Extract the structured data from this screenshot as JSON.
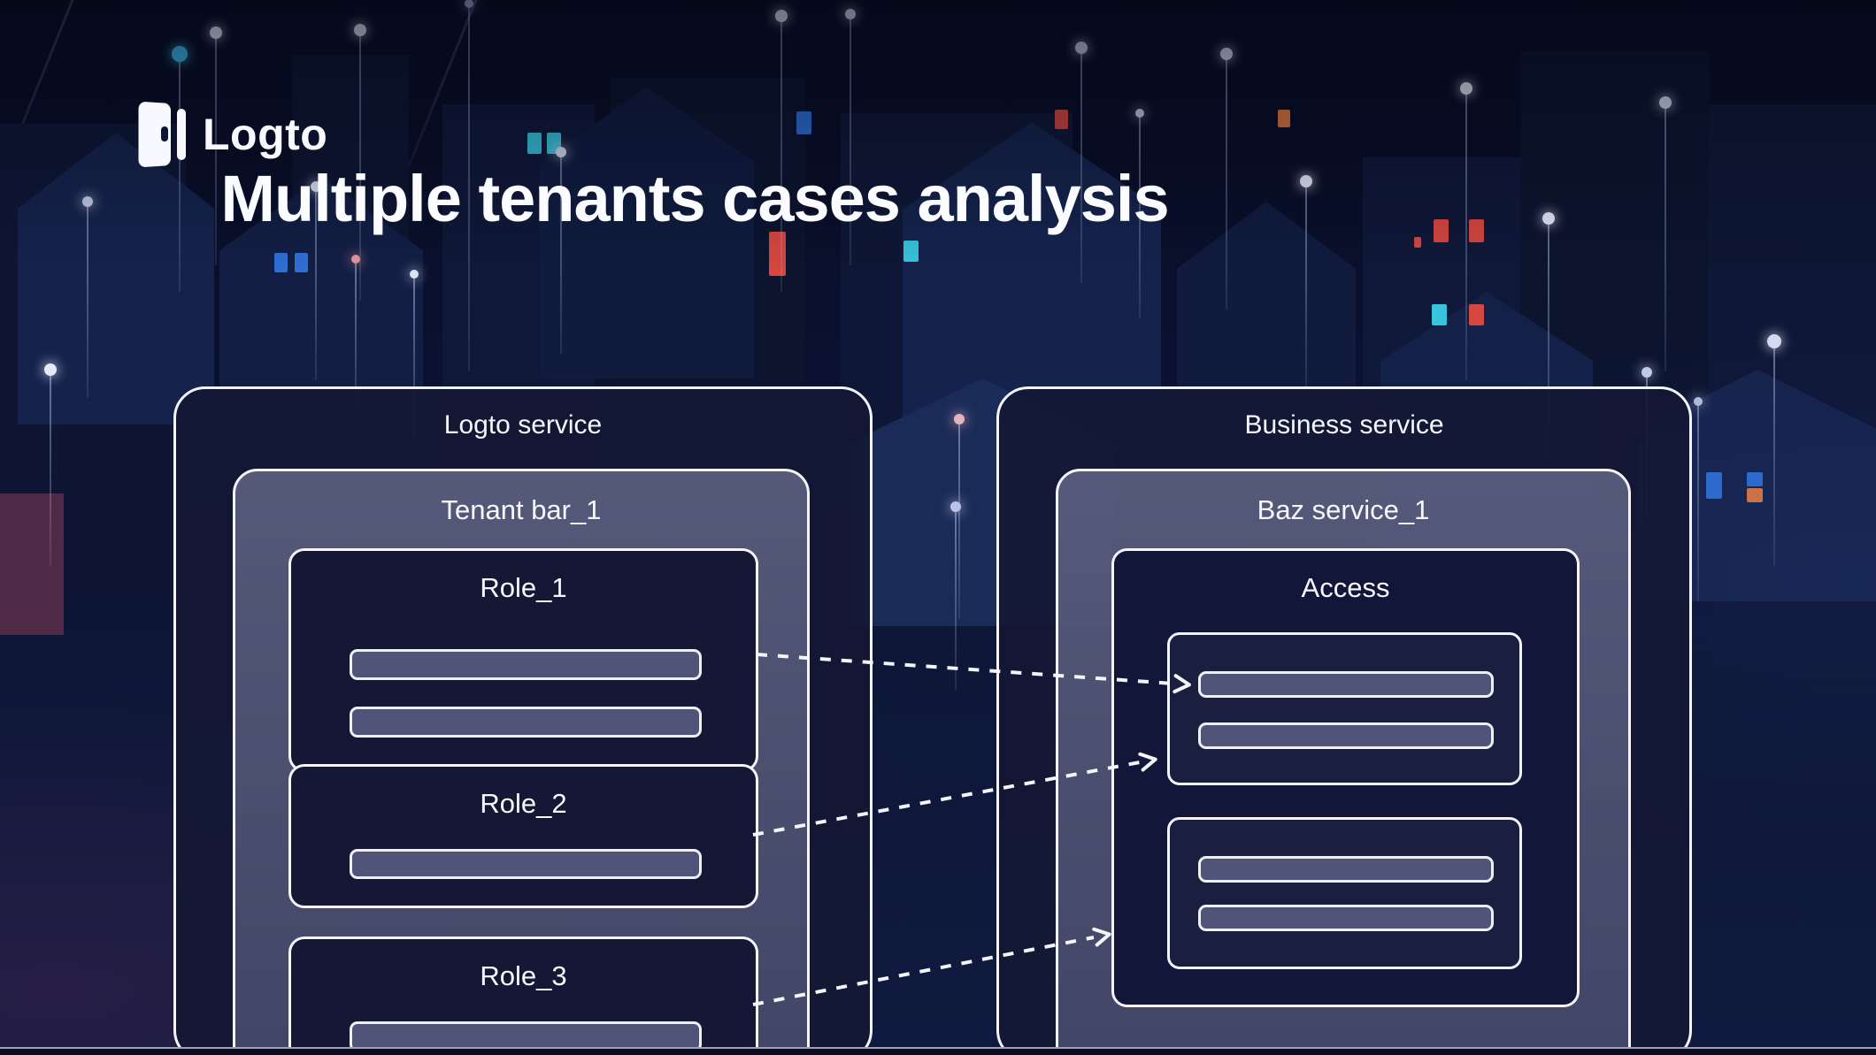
{
  "logo": {
    "brand": "Logto"
  },
  "title": "Multiple tenants cases analysis",
  "left_panel": {
    "title": "Logto service",
    "tenant": {
      "title": "Tenant bar_1",
      "roles": [
        {
          "label": "Role_1"
        },
        {
          "label": "Role_2"
        },
        {
          "label": "Role_3"
        }
      ]
    }
  },
  "right_panel": {
    "title": "Business service",
    "service": {
      "title": "Baz service_1",
      "access": {
        "title": "Access"
      }
    }
  },
  "colors": {
    "background": "#0b1029",
    "panel_fill": "#141834",
    "tenant_fill": "#4d516e",
    "bar_fill": "#4f5478",
    "border": "#f2f4fa",
    "lamp_cyan": "#3fc0ef",
    "window_red": "#d6473f",
    "window_teal": "#37c4dc",
    "window_blue": "#2f6fd6",
    "window_orange": "#e0793f"
  }
}
